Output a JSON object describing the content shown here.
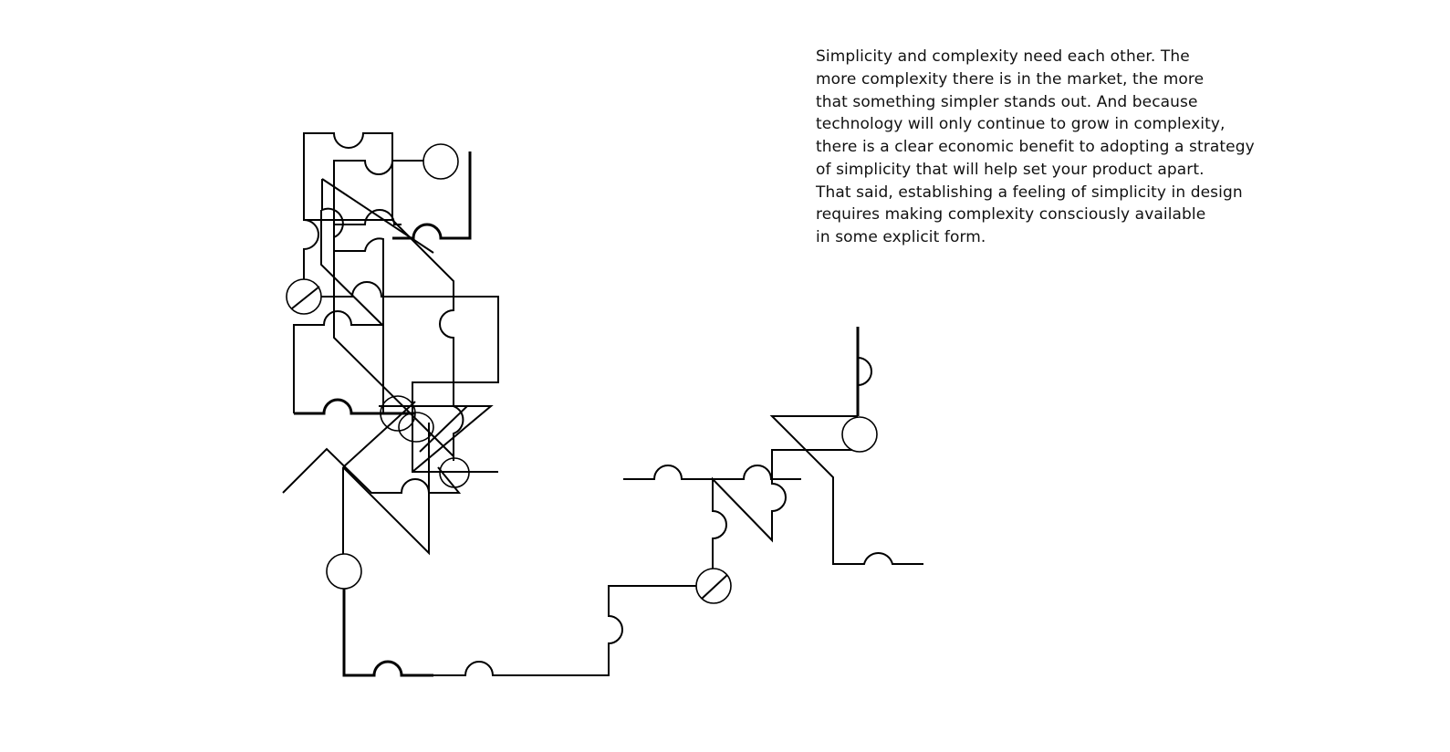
{
  "quote": {
    "lines": [
      "Simplicity and complexity need each other. The",
      "more complexity there is in the market, the more",
      "that something simpler stands out. And because",
      "technology will only continue to grow in complexity,",
      "there is a clear economic benefit to adopting a strategy",
      "of simplicity that will help set your product apart.",
      "That said, establishing a feeling of simplicity in design",
      "requires making complexity consciously available",
      "in some explicit form."
    ]
  },
  "colors": {
    "stroke": "#000000",
    "background": "#ffffff"
  }
}
